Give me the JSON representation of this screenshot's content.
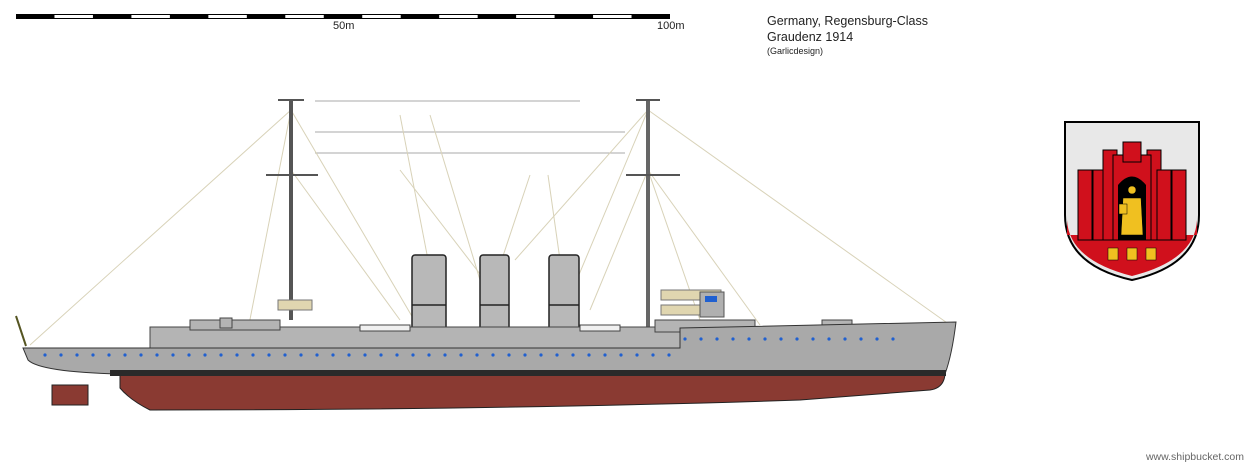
{
  "scale": {
    "mark_mid": "50m",
    "mark_end": "100m",
    "segments": 17
  },
  "header": {
    "line1": "Germany, Regensburg-Class",
    "line2": "Graudenz 1914",
    "line3": "(Garlicdesign)"
  },
  "credit": "www.shipbucket.com",
  "colors": {
    "hull_grey": "#a9a9a9",
    "boot": "#2a2a2a",
    "red_hull": "#8a3a32",
    "crest_red": "#d0101c",
    "crest_gold": "#f0c020"
  }
}
